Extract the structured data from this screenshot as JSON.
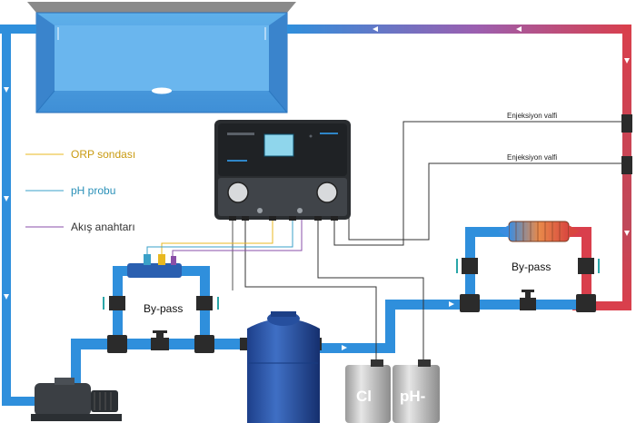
{
  "legend": {
    "orp": {
      "label": "ORP sondası",
      "color": "#e8b820"
    },
    "ph": {
      "label": "pH probu",
      "color": "#3aa0c8"
    },
    "flow": {
      "label": "Akış anahtarı",
      "color": "#8a4fa8"
    }
  },
  "valves": {
    "upper": "Enjeksiyon valfi",
    "lower": "Enjeksiyon valfi"
  },
  "bypass": {
    "left": "By-pass",
    "right": "By-pass"
  },
  "tanks": {
    "chlorine": "Cl",
    "ph_minus": "pH-"
  },
  "colors": {
    "pipe_cold": "#2f8fdc",
    "pipe_hot": "#d93f4c",
    "water": "#4f9fe0",
    "controller": "#2a2d30"
  }
}
